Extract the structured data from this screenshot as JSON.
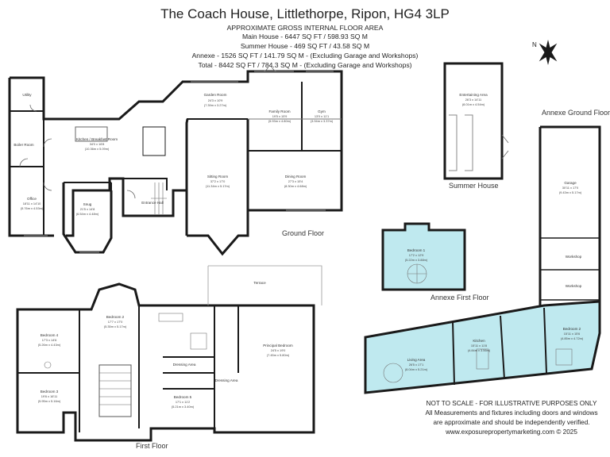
{
  "header": {
    "title": "The Coach House, Littlethorpe, Ripon, HG4 3LP",
    "subtitle": "APPROXIMATE GROSS INTERNAL FLOOR AREA",
    "areas": [
      "Main House - 6447 SQ FT / 598.93 SQ M",
      "Summer House - 469 SQ FT / 43.58 SQ M",
      "Annexe - 1526 SQ FT / 141.79 SQ M -  (Excluding Garage and Workshops)",
      "Total - 8442 SQ FT / 784.3 SQ M - (Excluding Garage and Workshops)"
    ]
  },
  "floors": {
    "ground": "Ground Floor",
    "first": "First Floor",
    "summer": "Summer House",
    "annexe_ground": "Annexe Ground Floor",
    "annexe_first": "Annexe First Floor"
  },
  "rooms": {
    "utility": {
      "name": "Utility"
    },
    "boiler": {
      "name": "Boiler Room"
    },
    "office": {
      "name": "Office",
      "dim1": "18'11 x 14'10",
      "dim2": "(5.76m x 4.53m)"
    },
    "kitchen": {
      "name": "Kitchen / Breakfast Room",
      "dim1": "34'0 x 16'8",
      "dim2": "(10.36m x 5.09m)"
    },
    "snug": {
      "name": "Snug",
      "dim1": "21'5 x 14'8",
      "dim2": "(6.54m x 4.48m)"
    },
    "entrance": {
      "name": "Entrance Hall"
    },
    "garden": {
      "name": "Garden Room",
      "dim1": "24'3 x 10'9",
      "dim2": "(7.39m x 3.27m)"
    },
    "sitting": {
      "name": "Sitting Room",
      "dim1": "37'2 x 17'0",
      "dim2": "(11.34m x 5.17m)"
    },
    "family": {
      "name": "Family Room",
      "dim1": "19'5 x 15'9",
      "dim2": "(5.93m x 4.80m)"
    },
    "gym": {
      "name": "Gym",
      "dim1": "13'0 x 11'1",
      "dim2": "(3.94m x 3.37m)"
    },
    "dining": {
      "name": "Dining Room",
      "dim1": "27'3 x 15'4",
      "dim2": "(8.30m x 4.68m)"
    },
    "entertaining": {
      "name": "Entertaining Area",
      "dim1": "26'3 x 14'11",
      "dim2": "(8.01m x 4.54m)"
    },
    "garage": {
      "name": "Garage",
      "dim1": "30'11 x 17'0",
      "dim2": "(9.43m x 5.17m)"
    },
    "workshop1": {
      "name": "Workshop"
    },
    "workshop2": {
      "name": "Workshop"
    },
    "abed1": {
      "name": "Bedroom 1",
      "dim1": "17'2 x 12'9",
      "dim2": "(5.22m x 3.88m)"
    },
    "living": {
      "name": "Living Area",
      "dim1": "26'5 x 17'1",
      "dim2": "(8.04m x 5.21m)"
    },
    "akitchen": {
      "name": "Kitchen",
      "dim1": "15'11 x 11'8",
      "dim2": "(4.84m x 3.56m)"
    },
    "abed2": {
      "name": "Bedroom 2",
      "dim1": "15'11 x 15'6",
      "dim2": "(4.85m x 4.72m)"
    },
    "terrace": {
      "name": "Terrace"
    },
    "bed4": {
      "name": "Bedroom 4",
      "dim1": "17'3 x 14'6",
      "dim2": "(5.26m x 4.43m)"
    },
    "bed2": {
      "name": "Bedroom 2",
      "dim1": "17'7 x 17'0",
      "dim2": "(5.35m x 5.17m)"
    },
    "bed3": {
      "name": "Bedroom 3",
      "dim1": "19'6 x 16'11",
      "dim2": "(5.95m x 5.16m)"
    },
    "dress1": {
      "name": "Dressing Area"
    },
    "dress2": {
      "name": "Dressing Area"
    },
    "principal": {
      "name": "Principal Bedroom",
      "dim1": "24'5 x 19'0",
      "dim2": "(7.45m x 5.80m)"
    },
    "bed5": {
      "name": "Bedroom 5",
      "dim1": "17'1 x 11'2",
      "dim2": "(5.21m x 3.40m)"
    }
  },
  "compass": {
    "label": "N"
  },
  "disclaimer": [
    "NOT TO SCALE - FOR ILLUSTRATIVE PURPOSES ONLY",
    "All Measurements and fixtures including doors and windows",
    "are approximate and should be independently verified.",
    "www.exposurepropertymarketing.com © 2025"
  ],
  "colors": {
    "wall": "#1a1a1a",
    "floor": "#ffffff",
    "annexe_fill": "#bfe9ef",
    "line": "#555555"
  }
}
